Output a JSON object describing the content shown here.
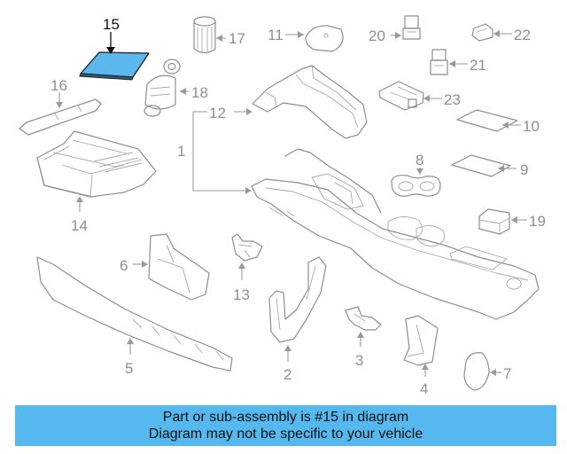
{
  "highlighted_part": "15",
  "callouts": {
    "c1": "1",
    "c2": "2",
    "c3": "3",
    "c4": "4",
    "c5": "5",
    "c6": "6",
    "c7": "7",
    "c8": "8",
    "c9": "9",
    "c10": "10",
    "c11": "11",
    "c12": "12",
    "c13": "13",
    "c14": "14",
    "c15": "15",
    "c16": "16",
    "c17": "17",
    "c18": "18",
    "c19": "19",
    "c20": "20",
    "c21": "21",
    "c22": "22",
    "c23": "23"
  },
  "banner": {
    "line1": "Part or sub-assembly is #15 in diagram",
    "line2": "Diagram may not be specific to your vehicle"
  },
  "colors": {
    "highlight": "#5bb7ec",
    "banner_bg": "#55b8ee",
    "line": "#8e8e8e"
  }
}
